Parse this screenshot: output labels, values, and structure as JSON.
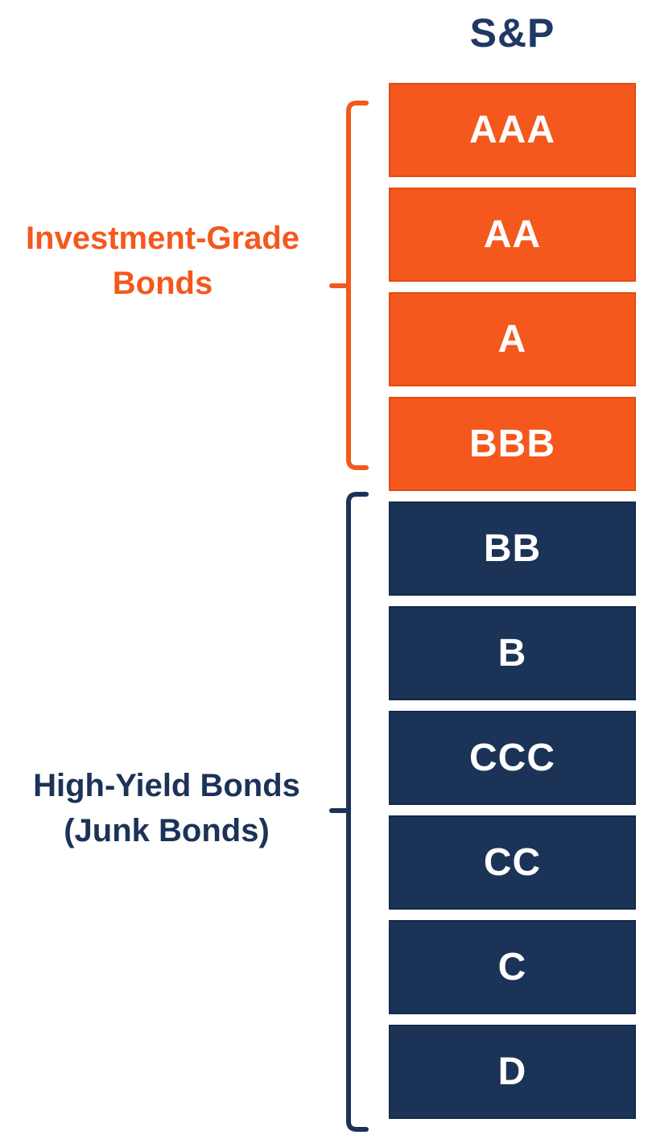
{
  "title": "S&P",
  "colors": {
    "orange": "#F4581C",
    "navy": "#1B3357",
    "title_navy": "#1F3864",
    "box_text": "#FFFFFF"
  },
  "groups": [
    {
      "name": "Investment-Grade Bonds",
      "label_line1": "Investment-Grade",
      "label_line2": "Bonds",
      "color": "#F4581C",
      "ratings": [
        "AAA",
        "AA",
        "A",
        "BBB"
      ]
    },
    {
      "name": "High-Yield Bonds (Junk Bonds)",
      "label_line1": "High-Yield Bonds",
      "label_line2": "(Junk Bonds)",
      "color": "#1B3357",
      "ratings": [
        "BB",
        "B",
        "CCC",
        "CC",
        "C",
        "D"
      ]
    }
  ]
}
